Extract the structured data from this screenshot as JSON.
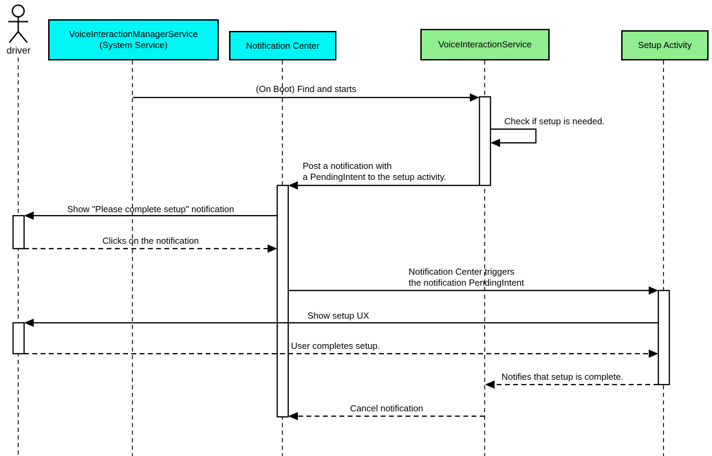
{
  "diagram": {
    "type": "uml-sequence-diagram",
    "colors": {
      "system_service_fill": "#00F5F5",
      "component_fill": "#90EE90",
      "line": "#000000",
      "background": "#FFFFFF"
    },
    "actors": [
      {
        "id": "driver",
        "kind": "actor",
        "label": "driver"
      },
      {
        "id": "vims",
        "kind": "participant",
        "fill": "#00F5F5",
        "label": "VoiceInteractionManagerService",
        "sublabel": "(System Service)"
      },
      {
        "id": "nc",
        "kind": "participant",
        "fill": "#00F5F5",
        "label": "Notification Center"
      },
      {
        "id": "vis",
        "kind": "participant",
        "fill": "#90EE90",
        "label": "VoiceInteractionService"
      },
      {
        "id": "setup",
        "kind": "participant",
        "fill": "#90EE90",
        "label": "Setup Activity"
      }
    ],
    "messages": [
      {
        "from": "vims",
        "to": "vis",
        "style": "solid",
        "label": "(On Boot) Find and starts"
      },
      {
        "from": "vis",
        "to": "vis",
        "style": "solid",
        "label": "Check if setup is needed."
      },
      {
        "from": "vis",
        "to": "nc",
        "style": "solid",
        "label_line1": "Post a notification with",
        "label_line2": "a PendingIntent to the setup activity."
      },
      {
        "from": "nc",
        "to": "driver",
        "style": "solid",
        "label": "Show \"Please complete setup\" notification"
      },
      {
        "from": "driver",
        "to": "nc",
        "style": "dashed",
        "label": "Clicks on the notification"
      },
      {
        "from": "nc",
        "to": "setup",
        "style": "solid",
        "label_line1": "Notification Center triggers",
        "label_line2": "the notification PendingIntent"
      },
      {
        "from": "setup",
        "to": "driver",
        "style": "solid",
        "label": "Show setup UX"
      },
      {
        "from": "driver",
        "to": "setup",
        "style": "dashed",
        "label": "User completes setup."
      },
      {
        "from": "setup",
        "to": "vis",
        "style": "dashed",
        "label": "Notifies that setup is complete."
      },
      {
        "from": "vis",
        "to": "nc",
        "style": "dashed",
        "label": "Cancel notification"
      }
    ]
  }
}
